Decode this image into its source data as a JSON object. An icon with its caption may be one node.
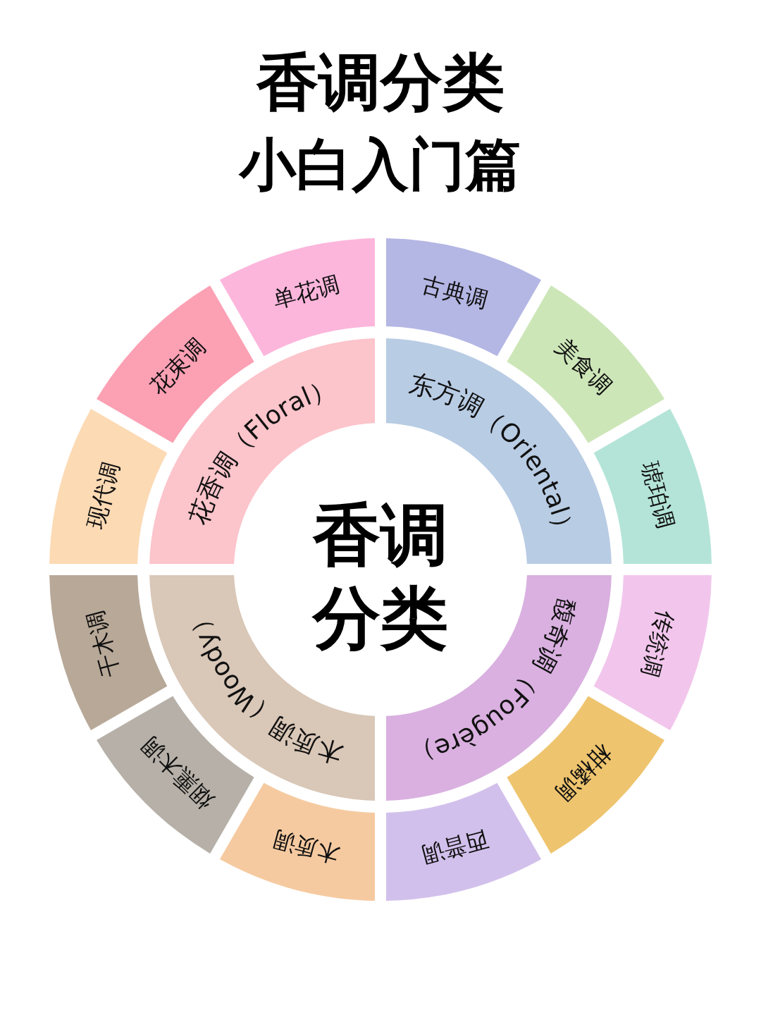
{
  "diagram": {
    "title": "香调分类",
    "nodes": [
      {
        "text": [
          "花香调（Floral）"
        ]
      },
      {
        "text": [
          "东方调（Oriental）"
        ]
      },
      {
        "text": [
          "木质调（Woody）"
        ]
      },
      {
        "text": [
          "馥奇调（Fougère）"
        ]
      },
      {
        "text": [
          "单花调"
        ]
      },
      {
        "text": [
          "古典调"
        ]
      },
      {
        "text": [
          "美食调"
        ]
      },
      {
        "text": [
          "琥珀调"
        ]
      },
      {
        "text": [
          "传统调"
        ]
      },
      {
        "text": [
          "柑橘调"
        ]
      },
      {
        "text": [
          "西普调"
        ]
      },
      {
        "text": [
          "木质调"
        ]
      },
      {
        "text": [
          "烟熏木调"
        ]
      },
      {
        "text": [
          "干木调"
        ]
      },
      {
        "text": [
          "现代调"
        ]
      },
      {
        "text": [
          "花束调"
        ]
      }
    ],
    "labels": [
      "小白入门篇",
      "香调分类"
    ]
  }
}
